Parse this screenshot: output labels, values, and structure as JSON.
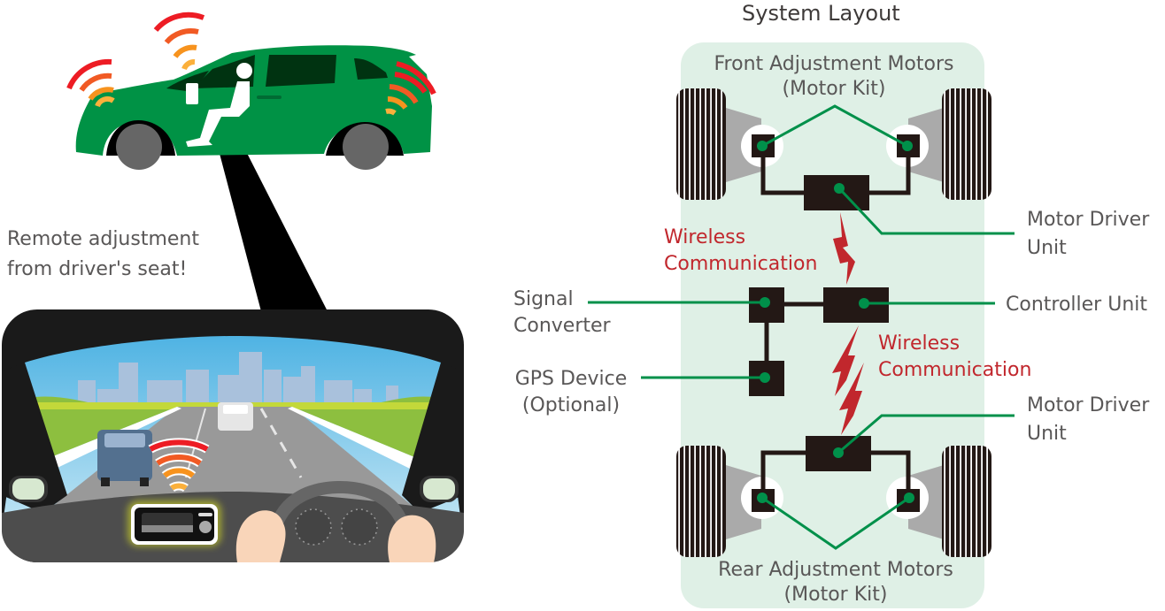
{
  "left_panel": {
    "caption_line1": "Remote adjustment",
    "caption_line2": "from driver's seat!"
  },
  "system_layout": {
    "title": "System Layout",
    "front_motors": {
      "line1": "Front Adjustment Motors",
      "line2": "(Motor Kit)"
    },
    "rear_motors": {
      "line1": "Rear Adjustment Motors",
      "line2": "(Motor Kit)"
    },
    "front_motor_driver": {
      "line1": "Motor Driver",
      "line2": "Unit"
    },
    "rear_motor_driver": {
      "line1": "Motor Driver",
      "line2": "Unit"
    },
    "controller_unit": "Controller Unit",
    "signal_converter": {
      "line1": "Signal",
      "line2": "Converter"
    },
    "gps_device": {
      "line1": "GPS Device",
      "line2": "(Optional)"
    },
    "wireless_upper": {
      "line1": "Wireless",
      "line2": "Communication"
    },
    "wireless_lower": {
      "line1": "Wireless",
      "line2": "Communication"
    }
  },
  "colors": {
    "panel_bg": "#dff0e6",
    "wire_green": "#00904a",
    "unit_black": "#231815",
    "wireless_red": "#c1272d",
    "text_gray": "#595757",
    "car_green": "#009245"
  }
}
